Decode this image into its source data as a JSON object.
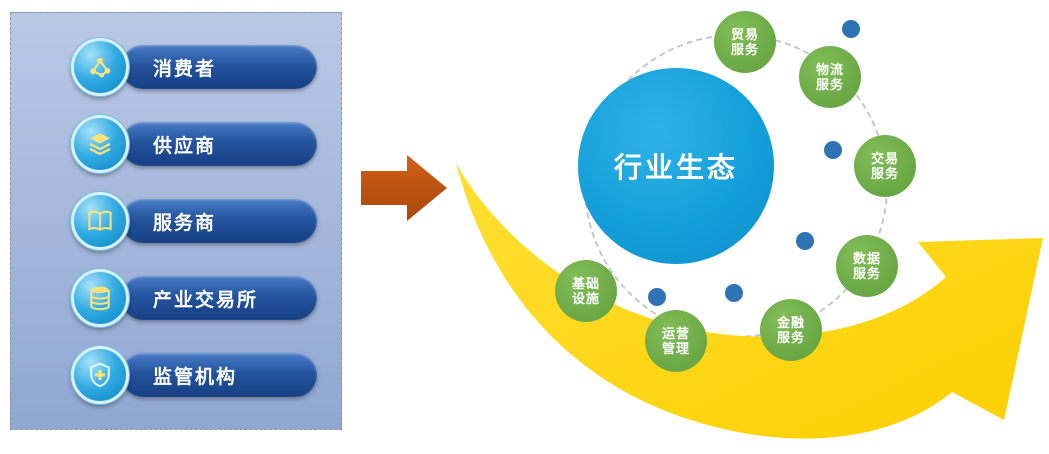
{
  "left_panel": {
    "items": [
      {
        "label": "消费者",
        "icon": "network-icon"
      },
      {
        "label": "供应商",
        "icon": "layers-icon"
      },
      {
        "label": "服务商",
        "icon": "book-icon"
      },
      {
        "label": "产业交易所",
        "icon": "database-icon"
      },
      {
        "label": "监管机构",
        "icon": "shield-icon"
      }
    ]
  },
  "flow_arrow": {
    "direction": "right"
  },
  "ecosystem": {
    "center_label": "行业生态",
    "satellites": [
      {
        "name": "trade-services",
        "line1": "贸易",
        "line2": "服务"
      },
      {
        "name": "logistics-services",
        "line1": "物流",
        "line2": "服务"
      },
      {
        "name": "transaction-services",
        "line1": "交易",
        "line2": "服务"
      },
      {
        "name": "data-services",
        "line1": "数据",
        "line2": "服务"
      },
      {
        "name": "financial-services",
        "line1": "金融",
        "line2": "服务"
      },
      {
        "name": "operations-management",
        "line1": "运营",
        "line2": "管理"
      },
      {
        "name": "infrastructure",
        "line1": "基础",
        "line2": "设施"
      }
    ]
  },
  "colors": {
    "panel_bg": "#a9b9dc",
    "pill_blue": "#1e4f9e",
    "icon_cyan": "#14a0da",
    "center_blue": "#14a0da",
    "satellite_green": "#70ad47",
    "dot_blue": "#2e74b5",
    "swoosh_yellow": "#ffd500",
    "arrow_orange": "#c05310"
  }
}
